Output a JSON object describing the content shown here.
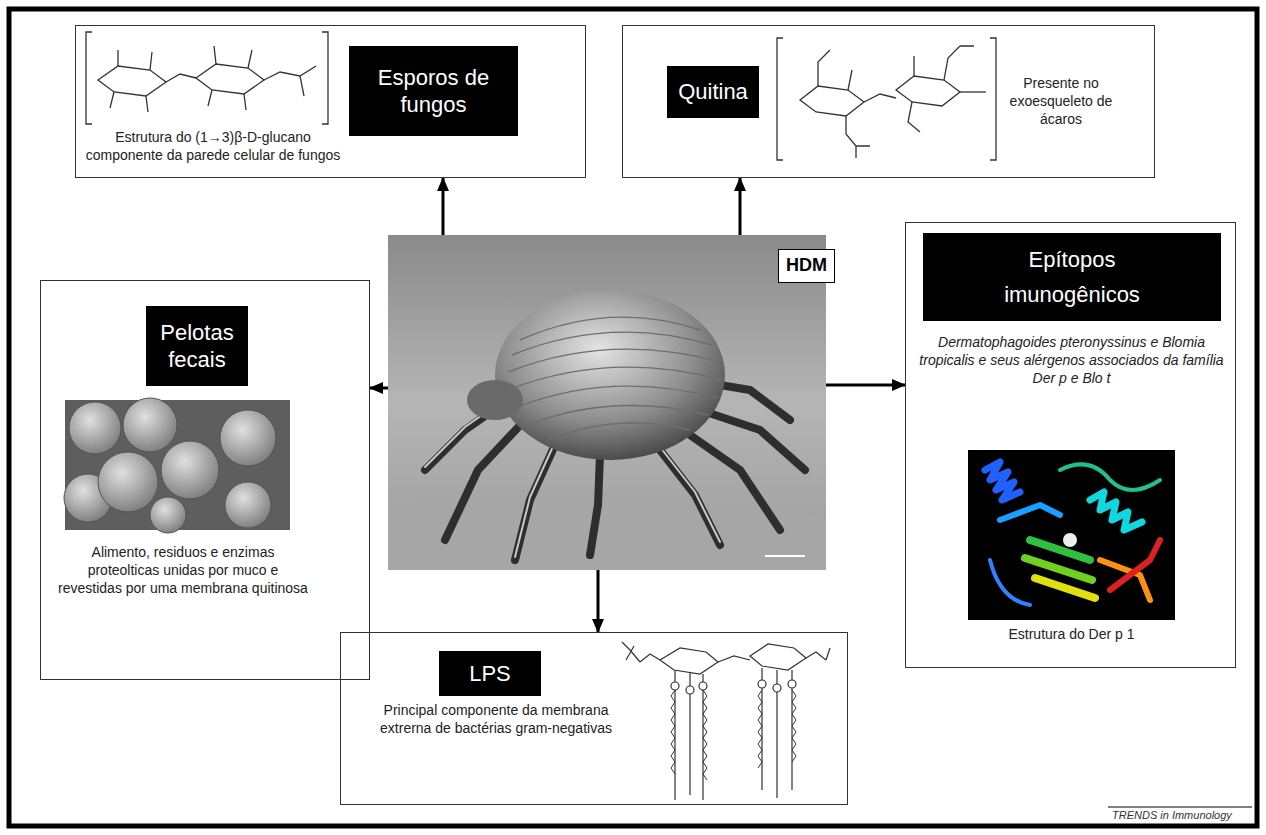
{
  "diagram": {
    "nodes": [
      {
        "text": [
          "Estrutura do (1→3)β-D-glucano componente da parede celular de fungos"
        ]
      },
      {
        "text": [
          "Esporos de fungos"
        ],
        "in": 0
      },
      {
        "text": [
          "Presente no exoesqueleto de ácaros"
        ]
      },
      {
        "text": [
          "Quitina"
        ],
        "in": 2
      },
      {
        "text": [
          "Alimento, residuos e enzimas proteolticas unidas por muco e revestidas por uma membrana quitinosa"
        ]
      },
      {
        "text": [
          "Pelotas fecais"
        ],
        "in": 4
      },
      {
        "text": [
          "HDM"
        ]
      },
      {
        "text": [
          "Dermatophagoides pteronyssinus e Blomia tropicalis e seus alérgenos associados da família Der p e Blo t",
          "Estrutura do Der p 1"
        ]
      },
      {
        "text": [
          "Epítopos imunogênicos"
        ],
        "in": 7
      },
      {
        "text": [
          "Principal componente da membrana extrerna de bactérias gram-negativas"
        ]
      },
      {
        "text": [
          "LPS"
        ],
        "in": 9
      }
    ],
    "edges": [
      {
        "from": 6,
        "to": 0,
        "arrow": "to"
      },
      {
        "from": 6,
        "to": 2,
        "arrow": "to"
      },
      {
        "from": 6,
        "to": 4,
        "arrow": "to"
      },
      {
        "from": 6,
        "to": 7,
        "arrow": "to"
      },
      {
        "from": 6,
        "to": 9,
        "arrow": "to"
      }
    ],
    "labels": [
      "TRENDS in Immunology"
    ]
  }
}
